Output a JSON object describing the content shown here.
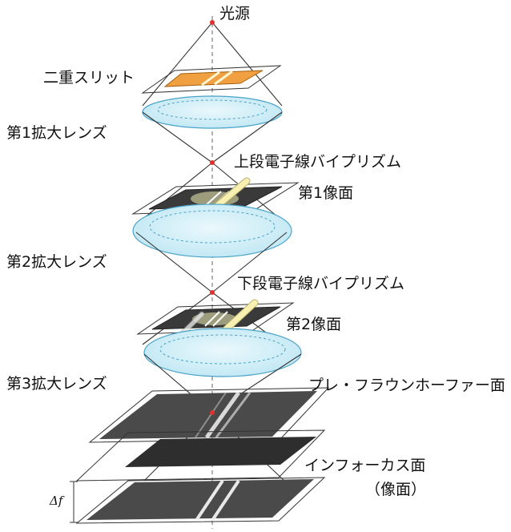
{
  "labels": {
    "light_source": "光源",
    "double_slit": "二重スリット",
    "lens1": "第1拡大レンズ",
    "upper_biprism": "上段電子線バイプリズム",
    "image_plane1": "第1像面",
    "lens2": "第2拡大レンズ",
    "lower_biprism": "下段電子線バイプリズム",
    "image_plane2": "第2像面",
    "lens3": "第3拡大レンズ",
    "pre_fraunhofer": "プレ・フラウンホーファー面",
    "infocus_plane": "インフォーカス面",
    "image_plane_paren": "（像面）",
    "delta_f": "Δf"
  },
  "colors": {
    "lens_fill": "#cdeef8",
    "lens_stroke": "#4aa3c8",
    "slit_fill": "#f0a040",
    "biprism_fill": "#f7f0b0",
    "source_dot": "#e03030",
    "dark_plane": "#3a3a3a",
    "screen_plane": "#4a4a4a"
  }
}
